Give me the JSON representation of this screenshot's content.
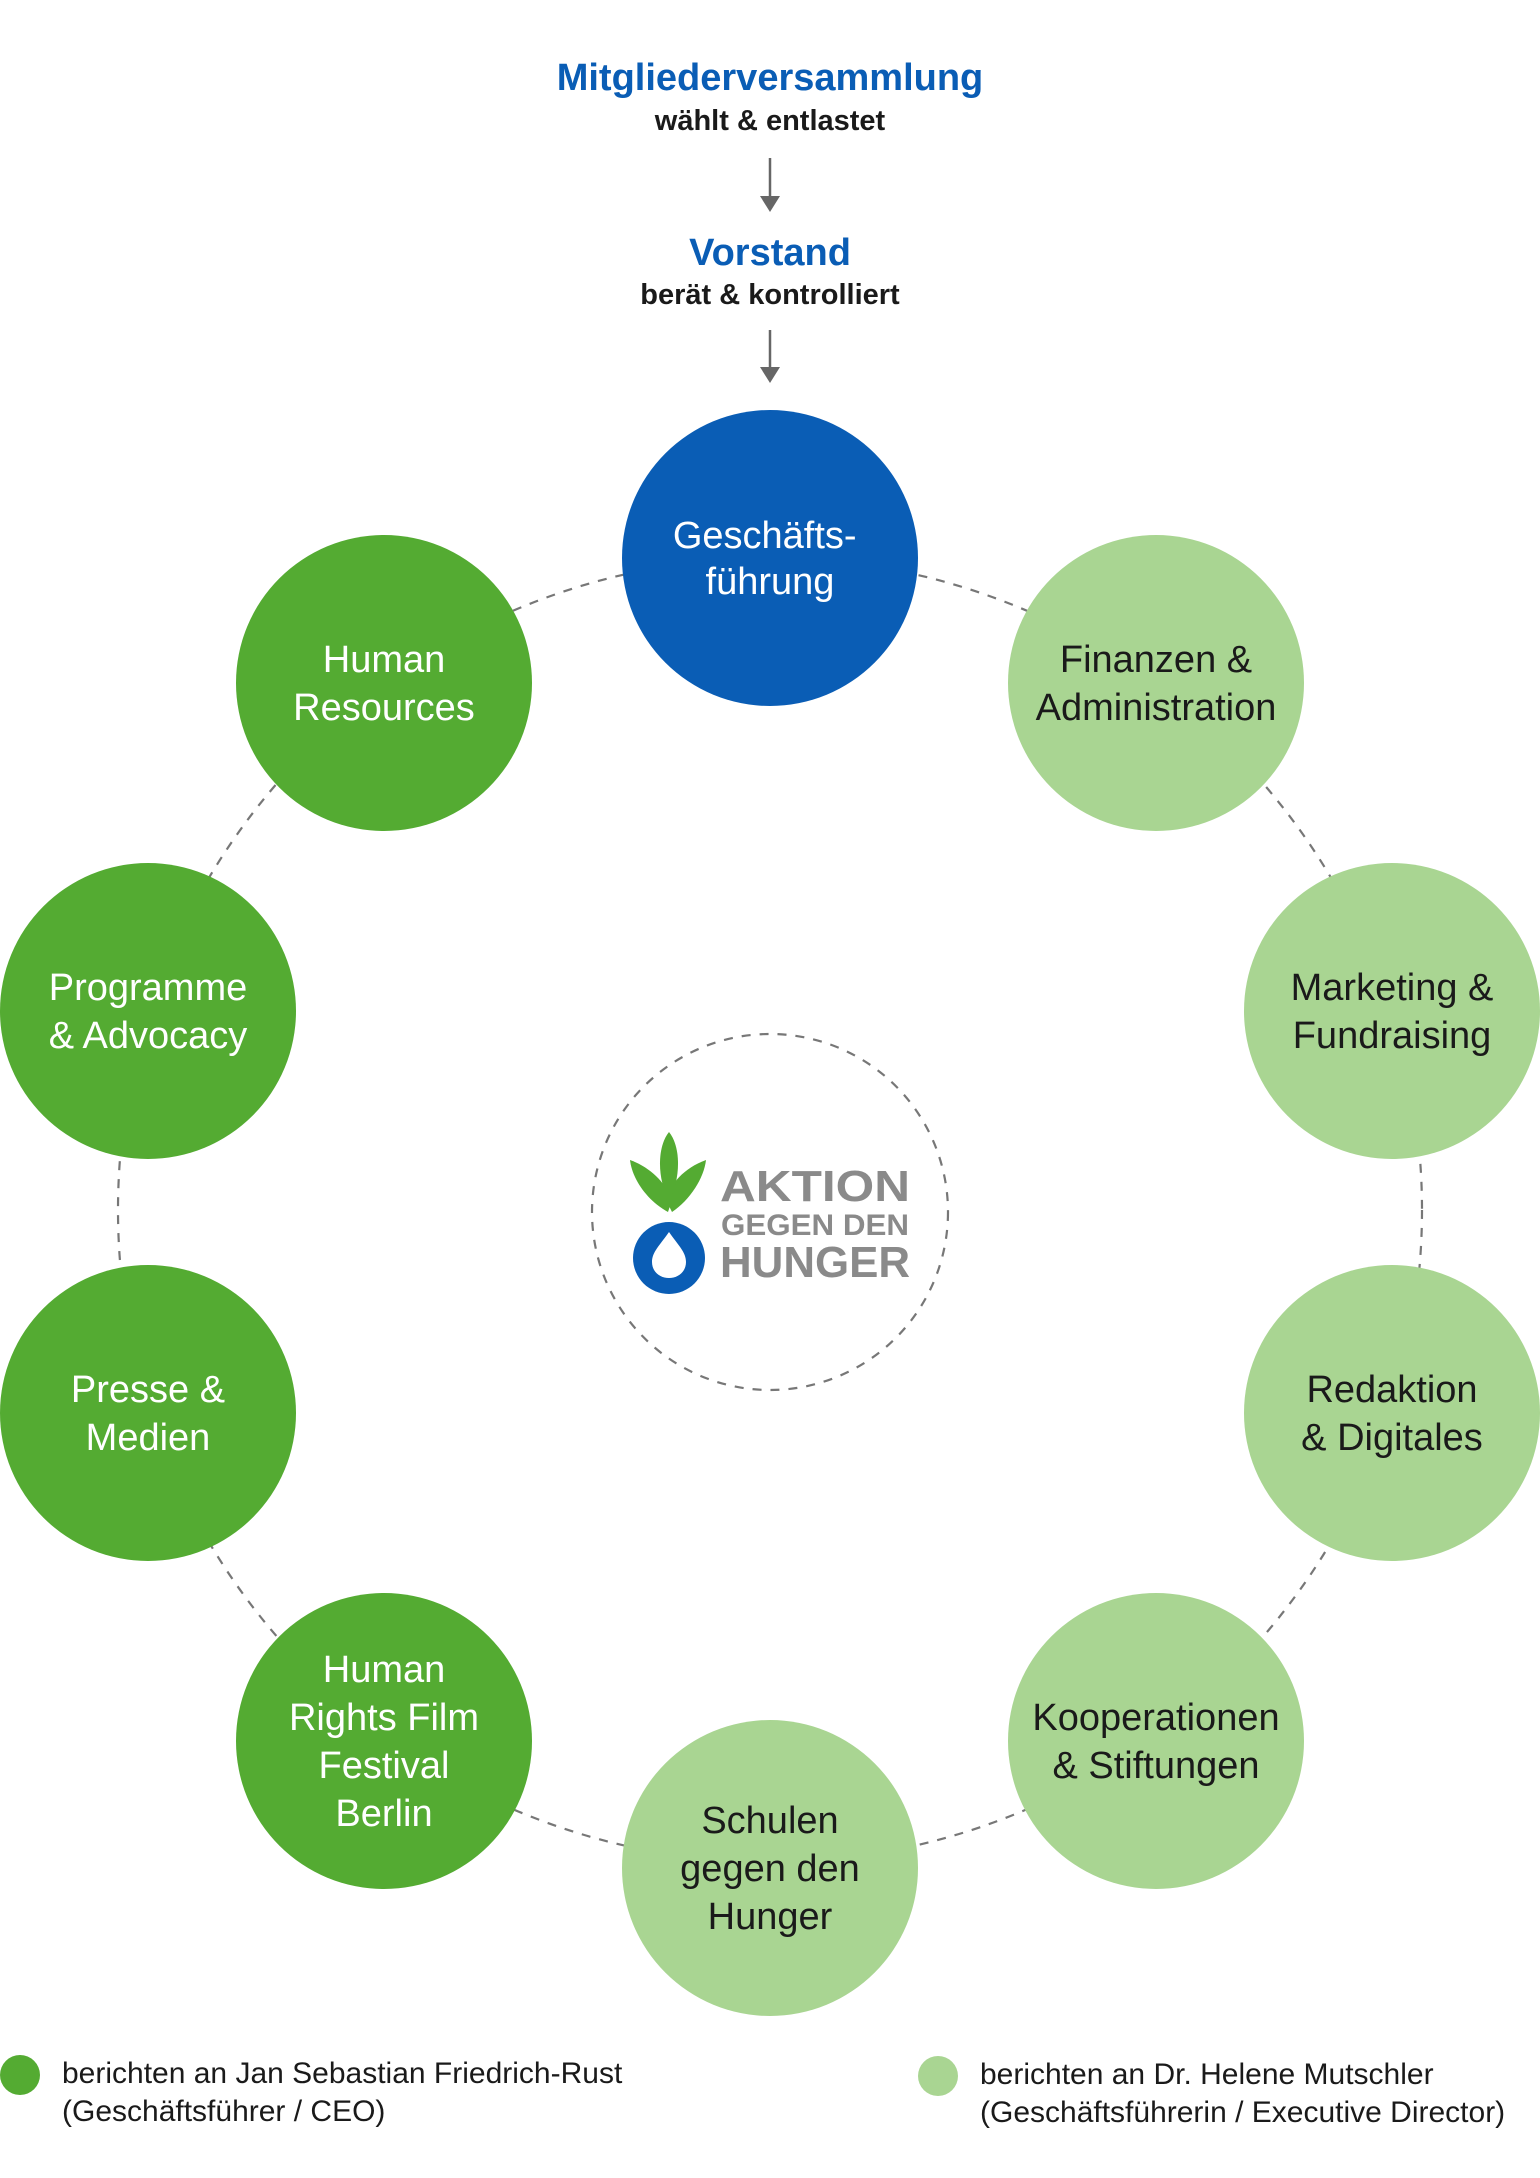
{
  "colors": {
    "blue": "#0a5db5",
    "dark_green": "#54ab32",
    "light_green": "#a9d592",
    "arrow_gray": "#666666",
    "dashed_gray": "#777777",
    "logo_gray": "#8a8a8a"
  },
  "header": {
    "assembly": {
      "title": "Mitgliederversammlung",
      "subtitle": "wählt & entlastet"
    },
    "board": {
      "title": "Vorstand",
      "subtitle": "berät & kontrolliert"
    }
  },
  "center": {
    "label_lines": [
      "Geschäfts-",
      "führung"
    ]
  },
  "departments": [
    {
      "label_lines": [
        "Finanzen &",
        "Administration"
      ],
      "group": "light"
    },
    {
      "label_lines": [
        "Marketing &",
        "Fundraising"
      ],
      "group": "light"
    },
    {
      "label_lines": [
        "Redaktion",
        "& Digitales"
      ],
      "group": "light"
    },
    {
      "label_lines": [
        "Kooperationen",
        "& Stiftungen"
      ],
      "group": "light"
    },
    {
      "label_lines": [
        "Schulen",
        "gegen den",
        "Hunger"
      ],
      "group": "light"
    },
    {
      "label_lines": [
        "Human",
        "Rights Film",
        "Festival",
        "Berlin"
      ],
      "group": "dark"
    },
    {
      "label_lines": [
        "Presse &",
        "Medien"
      ],
      "group": "dark"
    },
    {
      "label_lines": [
        "Programme",
        "& Advocacy"
      ],
      "group": "dark"
    },
    {
      "label_lines": [
        "Human",
        "Resources"
      ],
      "group": "dark"
    }
  ],
  "logo": {
    "line1": "AKTION",
    "line2": "GEGEN DEN",
    "line3": "HUNGER"
  },
  "legend": {
    "dark": {
      "line1": "berichten an Jan Sebastian Friedrich-Rust",
      "line2": "(Geschäftsführer / CEO)"
    },
    "light": {
      "line1": "berichten an Dr. Helene Mutschler",
      "line2": "(Geschäftsführerin / Executive Director)"
    }
  }
}
